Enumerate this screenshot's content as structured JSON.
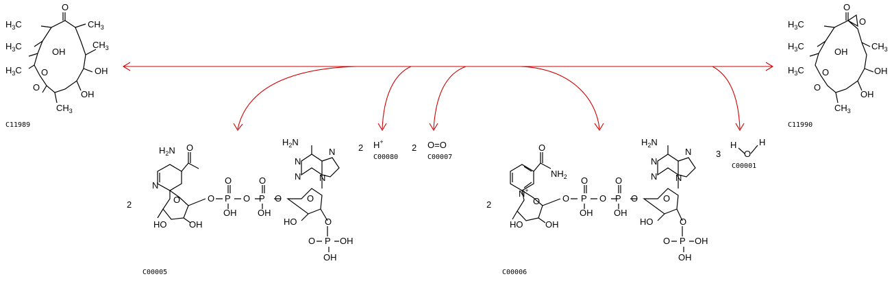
{
  "compounds": [
    {
      "id": "C11989"
    },
    {
      "id": "C11990"
    },
    {
      "id": "C00005",
      "coefficient": "2"
    },
    {
      "id": "C00080",
      "coefficient": "2",
      "formula": "H",
      "charge": "+"
    },
    {
      "id": "C00007",
      "coefficient": "2",
      "formula": "O=O"
    },
    {
      "id": "C00006",
      "coefficient": "2"
    },
    {
      "id": "C00001",
      "coefficient": "3"
    }
  ],
  "atom_labels": {
    "ch3": "CH",
    "h3c": "H",
    "three": "3",
    "oh": "OH",
    "ho": "HO",
    "o": "O",
    "p": "P",
    "n": "N",
    "h2n": "H",
    "nh2": "NH",
    "two": "2",
    "h": "H",
    "plus": "+"
  },
  "colors": {
    "arrow": "#d00000",
    "structure": "#000000"
  }
}
